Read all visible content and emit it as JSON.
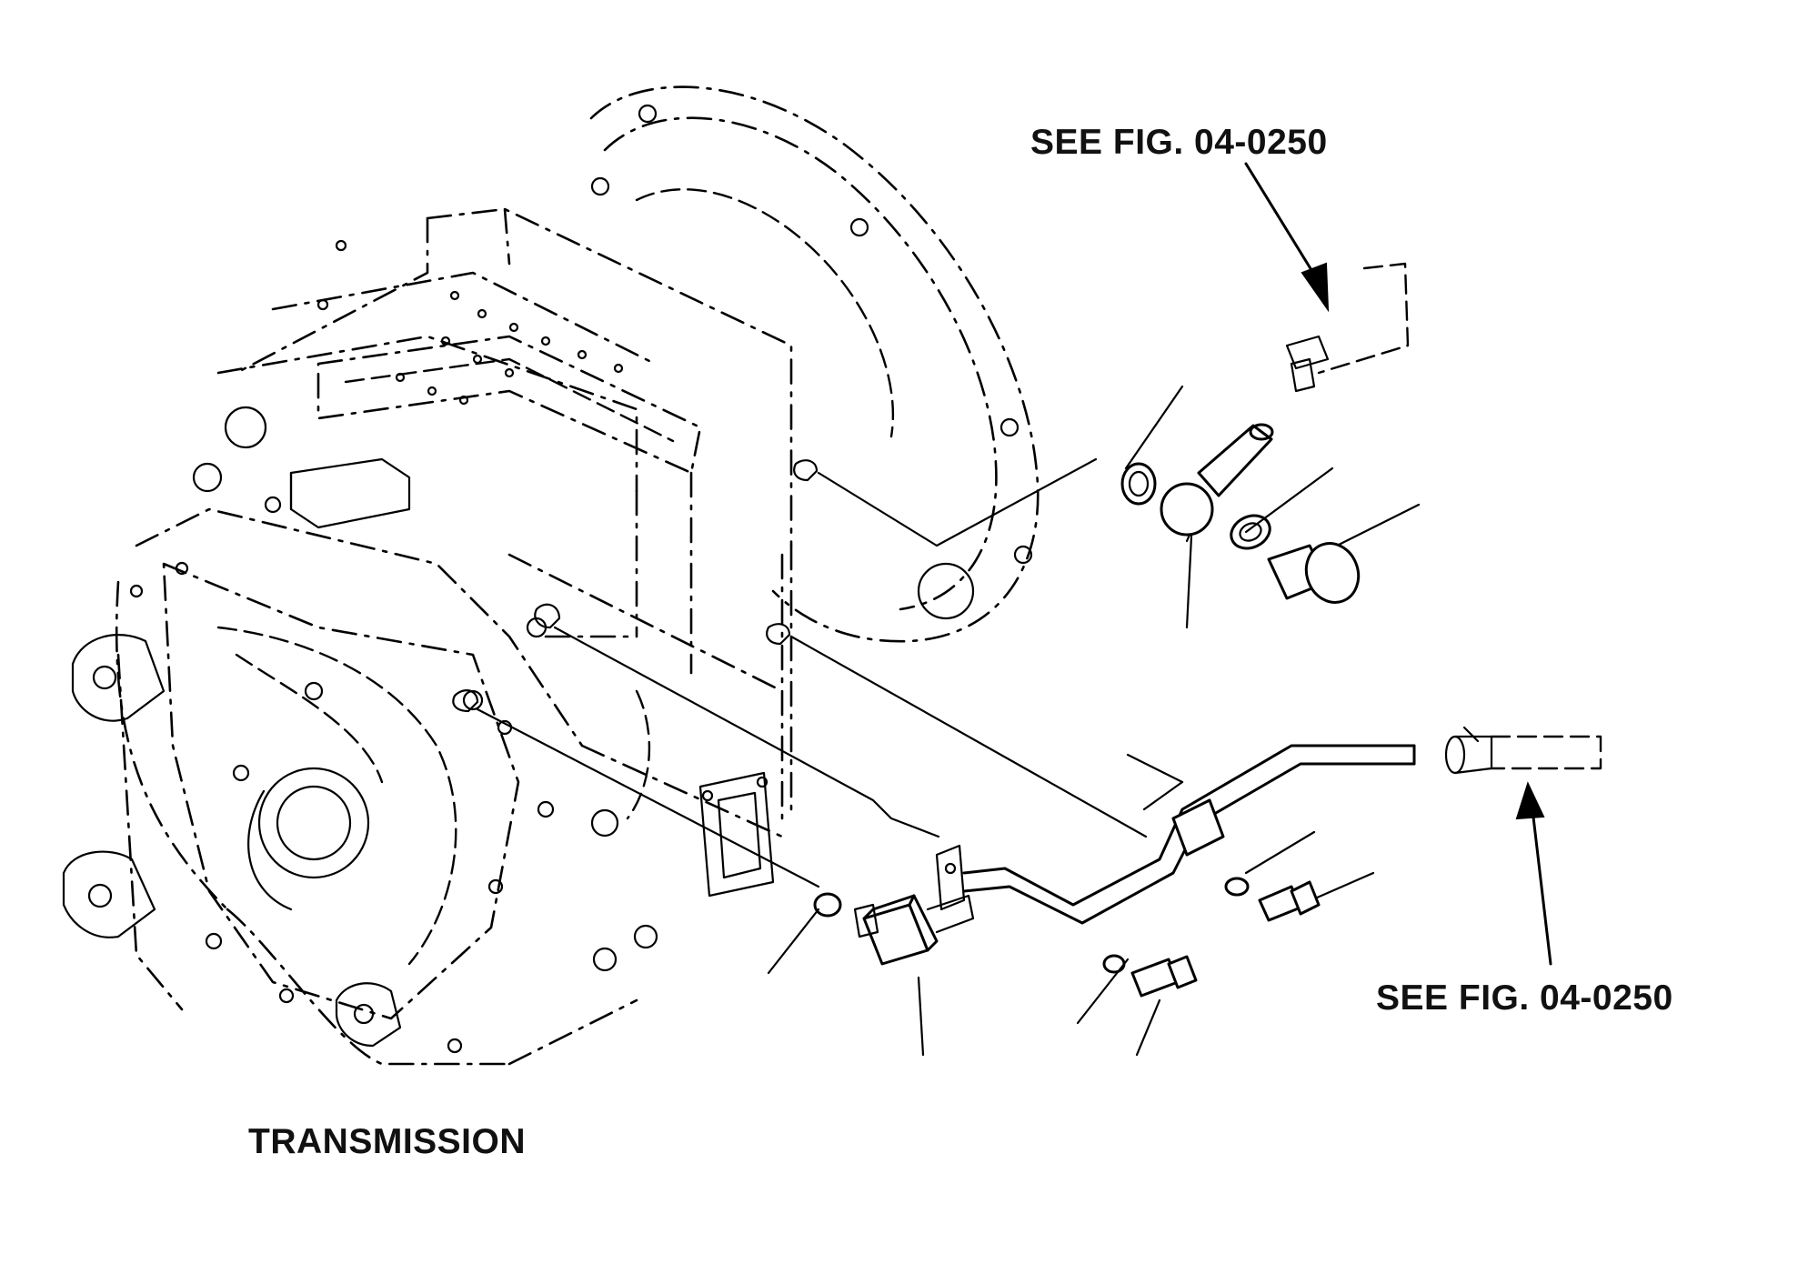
{
  "labels": {
    "ref_top": "SEE FIG. 04-0250",
    "ref_right": "SEE FIG. 04-0250",
    "assembly": "TRANSMISSION"
  }
}
